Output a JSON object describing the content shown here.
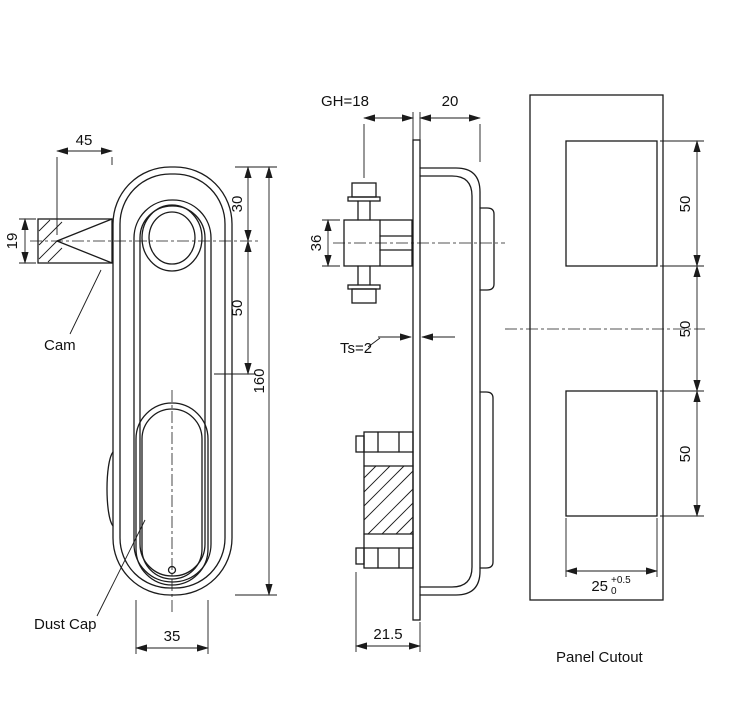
{
  "front_view": {
    "dim_45": "45",
    "dim_19": "19",
    "dim_30": "30",
    "dim_50": "50",
    "dim_160": "160",
    "dim_35": "35",
    "label_cam": "Cam",
    "label_dust_cap": "Dust Cap"
  },
  "side_view": {
    "dim_gh": "GH=18",
    "dim_20": "20",
    "dim_36": "36",
    "dim_ts": "Ts=2",
    "dim_21_5": "21.5"
  },
  "cutout_view": {
    "dim_50_top": "50",
    "dim_50_middle": "50",
    "dim_50_bottom": "50",
    "dim_25": "25",
    "dim_25_tol_upper": "+0.5",
    "dim_25_tol_lower": "0",
    "caption": "Panel Cutout"
  }
}
